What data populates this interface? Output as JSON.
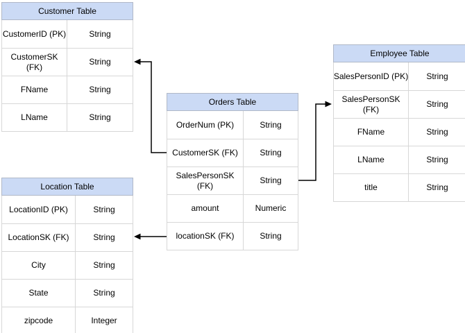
{
  "colors": {
    "canvas_bg": "#ffffff",
    "header_fill": "#cbdaf5",
    "header_border": "#b0b8c7",
    "cell_border": "#d7d7d7",
    "connector": "#000000"
  },
  "tables": [
    {
      "title": "Customer Table",
      "rows": [
        {
          "field": "CustomerID (PK)",
          "type": "String"
        },
        {
          "field": "CustomerSK\n(FK)",
          "type": "String"
        },
        {
          "field": "FName",
          "type": "String"
        },
        {
          "field": "LName",
          "type": "String"
        }
      ]
    },
    {
      "title": "Orders Table",
      "rows": [
        {
          "field": "OrderNum (PK)",
          "type": "String"
        },
        {
          "field": "CustomerSK (FK)",
          "type": "String"
        },
        {
          "field": "SalesPersonSK\n(FK)",
          "type": "String"
        },
        {
          "field": "amount",
          "type": "Numeric"
        },
        {
          "field": "locationSK (FK)",
          "type": "String"
        }
      ]
    },
    {
      "title": "Employee Table",
      "rows": [
        {
          "field": "SalesPersonID (PK)",
          "type": "String"
        },
        {
          "field": "SalesPersonSK\n(FK)",
          "type": "String"
        },
        {
          "field": "FName",
          "type": "String"
        },
        {
          "field": "LName",
          "type": "String"
        },
        {
          "field": "title",
          "type": "String"
        }
      ]
    },
    {
      "title": "Location Table",
      "rows": [
        {
          "field": "LocationID (PK)",
          "type": "String"
        },
        {
          "field": "LocationSK (FK)",
          "type": "String"
        },
        {
          "field": "City",
          "type": "String"
        },
        {
          "field": "State",
          "type": "String"
        },
        {
          "field": "zipcode",
          "type": "Integer"
        }
      ]
    }
  ],
  "connectors": [
    {
      "from": "Orders Table.CustomerSK (FK)",
      "to": "Customer Table.CustomerSK (FK)"
    },
    {
      "from": "Orders Table.SalesPersonSK (FK)",
      "to": "Employee Table.SalesPersonSK (FK)"
    },
    {
      "from": "Orders Table.locationSK (FK)",
      "to": "Location Table.LocationSK (FK)"
    }
  ]
}
